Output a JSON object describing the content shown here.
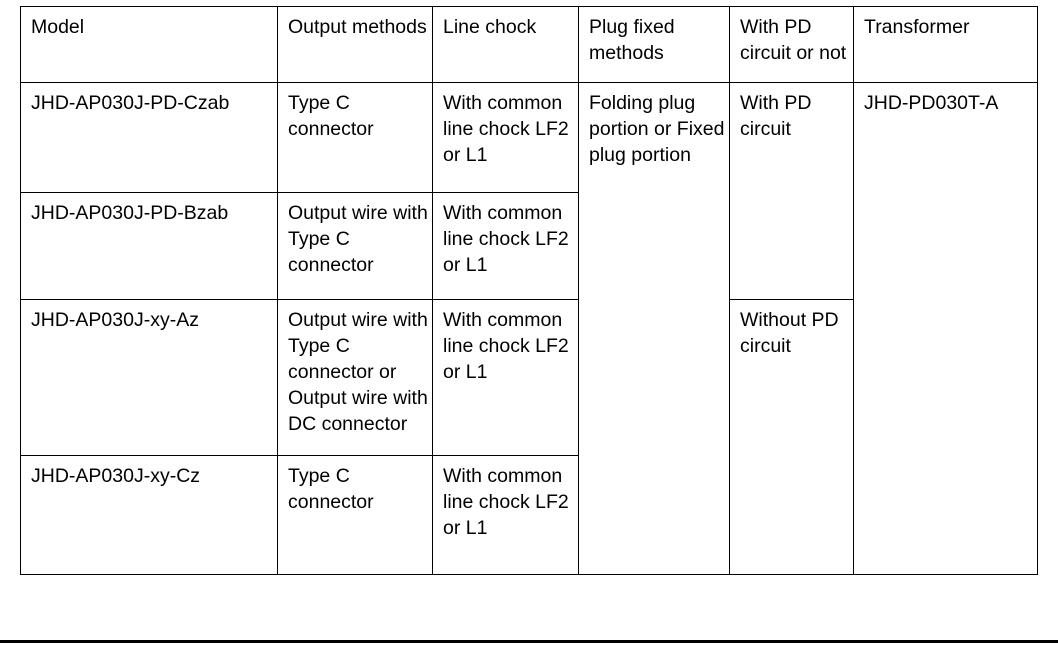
{
  "table": {
    "name": "product-model-specification-table",
    "columns": [
      {
        "key": "model",
        "label": "Model"
      },
      {
        "key": "output",
        "label": "Output methods"
      },
      {
        "key": "chock",
        "label": "Line chock"
      },
      {
        "key": "plug",
        "label": "Plug fixed methods"
      },
      {
        "key": "pd",
        "label": "With PD circuit or not"
      },
      {
        "key": "transformer",
        "label": "Transformer"
      }
    ],
    "rows": [
      {
        "model": "JHD-AP030J-PD-Czab",
        "output": "Type C connector",
        "chock": "With common line chock LF2 or L1",
        "plug": "Folding plug portion or Fixed plug portion",
        "pd": "With PD circuit",
        "transformer": "JHD-PD030T-A"
      },
      {
        "model": "JHD-AP030J-PD-Bzab",
        "output": "Output wire with Type C connector",
        "chock": "With common line chock LF2 or L1"
      },
      {
        "model": "JHD-AP030J-xy-Az",
        "output": "Output wire with Type C connector or Output wire with DC connector",
        "chock": "With common line chock LF2 or L1",
        "pd": "Without PD circuit"
      },
      {
        "model": "JHD-AP030J-xy-Cz",
        "output": "Type C connector",
        "chock": "With common line chock LF2 or L1"
      }
    ]
  },
  "colors": {
    "text": "#000000",
    "border": "#000000",
    "background": "#ffffff"
  }
}
